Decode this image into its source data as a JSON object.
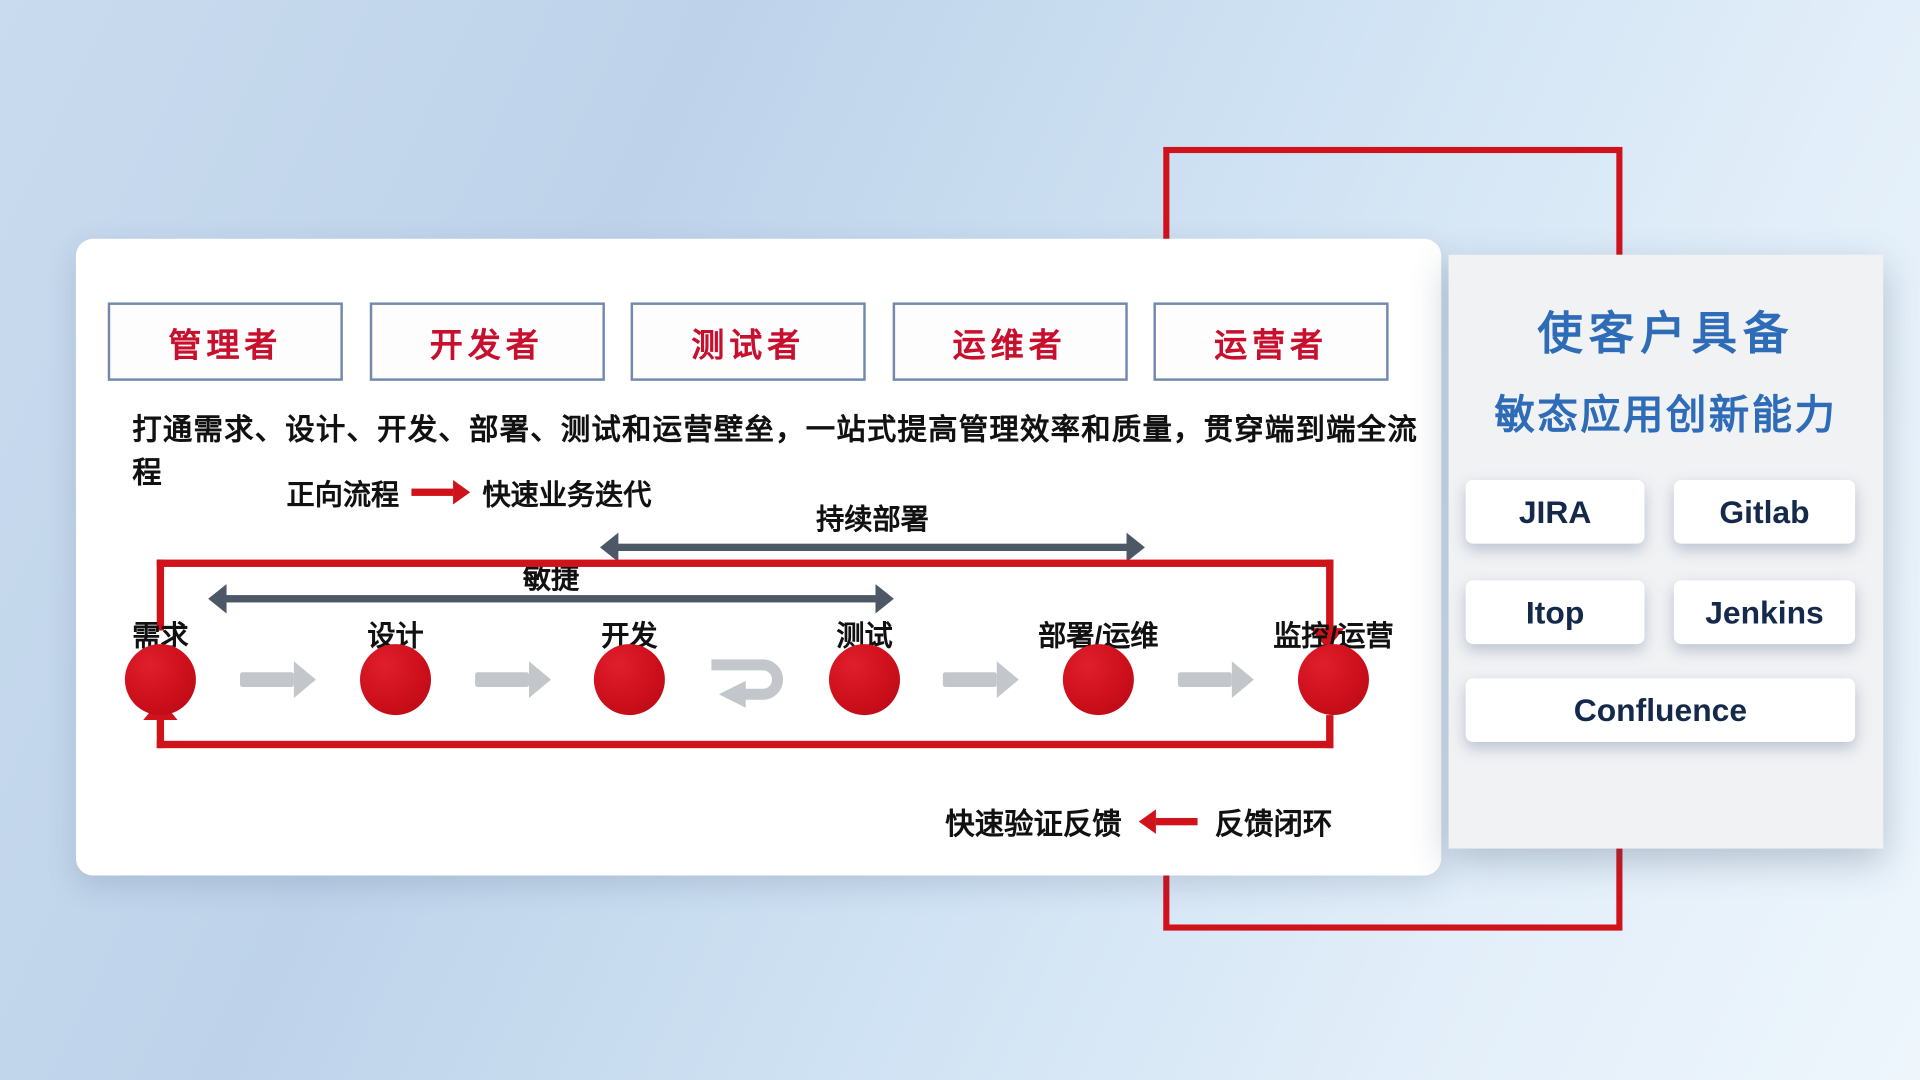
{
  "colors": {
    "brand_red": "#d0121b",
    "role_text_red": "#c8102e",
    "dark_arrow": "#4d5866",
    "gray_arrow": "#c3c7cb",
    "panel_title_blue": "#2f6cb8",
    "tool_text_navy": "#15294b"
  },
  "roles": [
    "管理者",
    "开发者",
    "测试者",
    "运维者",
    "运营者"
  ],
  "description": "打通需求、设计、开发、部署、测试和运营壁垒，一站式提高管理效率和质量，贯穿端到端全流程",
  "forward_legend": {
    "label": "正向流程",
    "value": "快速业务迭代"
  },
  "span_arrows": {
    "continuous_deployment": "持续部署",
    "agile": "敏捷"
  },
  "stages": [
    "需求",
    "设计",
    "开发",
    "测试",
    "部署/运维",
    "监控/运营"
  ],
  "feedback_legend": {
    "label": "快速验证反馈",
    "value": "反馈闭环"
  },
  "side_panel": {
    "title_line1": "使客户具备",
    "title_line2": "敏态应用创新能力",
    "tools": [
      "JIRA",
      "Gitlab",
      "Itop",
      "Jenkins",
      "Confluence"
    ]
  }
}
